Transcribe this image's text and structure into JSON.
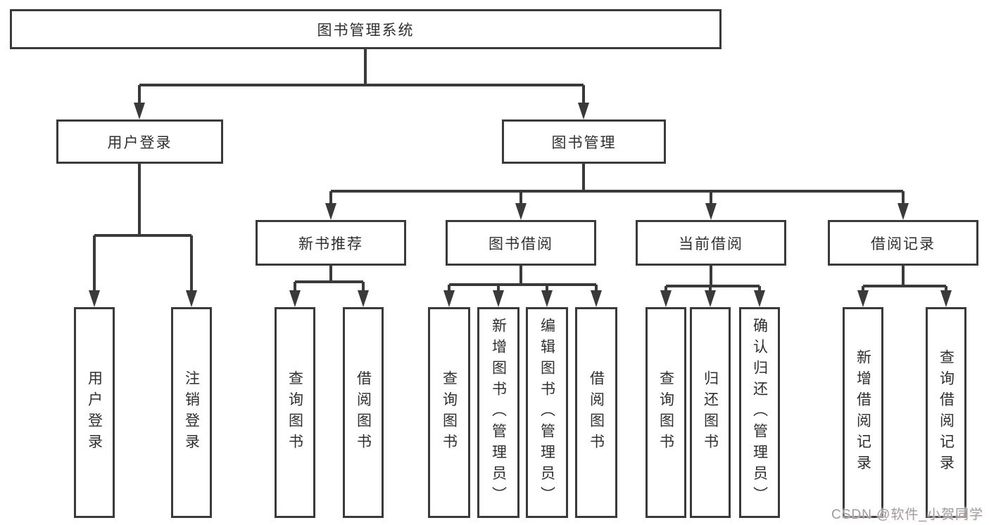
{
  "colors": {
    "line": "#3a3a3a",
    "box_border": "#3a3a3a",
    "text": "#2f2f2f",
    "background": "#ffffff",
    "watermark": "#9d9d9d"
  },
  "diagram": {
    "root": {
      "label": "图书管理系统"
    },
    "level2": [
      {
        "label": "用户登录"
      },
      {
        "label": "图书管理"
      }
    ],
    "level3": [
      {
        "label": "新书推荐"
      },
      {
        "label": "图书借阅"
      },
      {
        "label": "当前借阅"
      },
      {
        "label": "借阅记录"
      }
    ],
    "leaves": [
      {
        "label": "用户登录"
      },
      {
        "label": "注销登录"
      },
      {
        "label": "查询图书"
      },
      {
        "label": "借阅图书"
      },
      {
        "label": "查询图书"
      },
      {
        "label": "新增图书（管理员）"
      },
      {
        "label": "编辑图书（管理员）"
      },
      {
        "label": "借阅图书"
      },
      {
        "label": "查询图书"
      },
      {
        "label": "归还图书"
      },
      {
        "label": "确认归还（管理员）"
      },
      {
        "label": "新增借阅记录"
      },
      {
        "label": "查询借阅记录"
      }
    ]
  },
  "watermark": {
    "text": "CSDN @软件_小贺同学"
  }
}
